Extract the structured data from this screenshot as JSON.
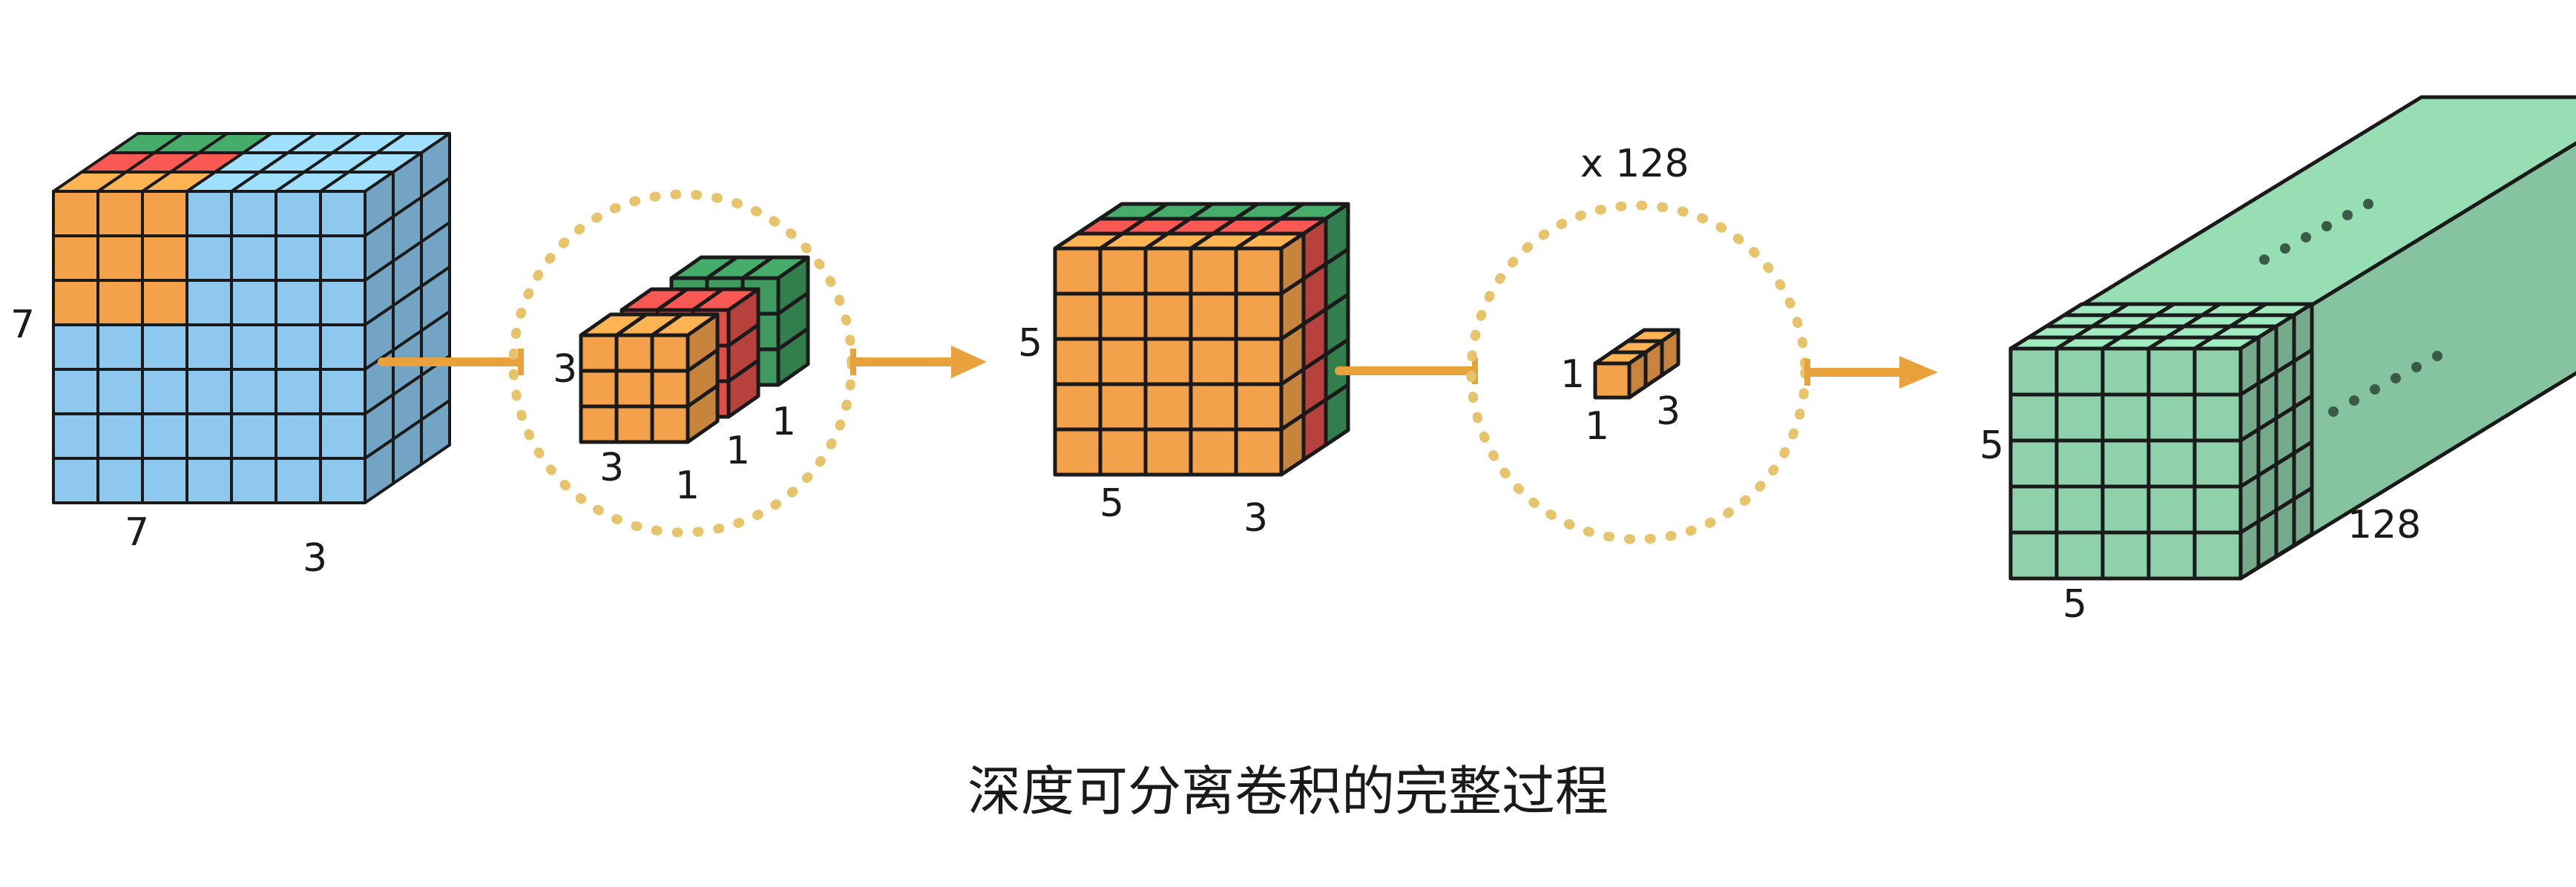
{
  "colors": {
    "blue": "#8ec8ee",
    "orange": "#f3a14a",
    "red": "#de4f4a",
    "green": "#3e9a5e",
    "teal": "#8fd1ab",
    "arrow": "#e9a23b",
    "circle": "#e7c46c",
    "outline": "#1a1a1a"
  },
  "input": {
    "height": "7",
    "width": "7",
    "depth": "3"
  },
  "depthwise_kernels": {
    "height": "3",
    "width": "3",
    "d_orange": "1",
    "d_red": "1",
    "d_green": "1"
  },
  "intermediate": {
    "height": "5",
    "width": "5",
    "depth": "3"
  },
  "pointwise_kernel": {
    "count": "x 128",
    "height": "1",
    "width": "1",
    "depth": "3"
  },
  "output": {
    "height": "5",
    "width": "5",
    "depth": "128"
  },
  "caption": "深度可分离卷积的完整过程"
}
